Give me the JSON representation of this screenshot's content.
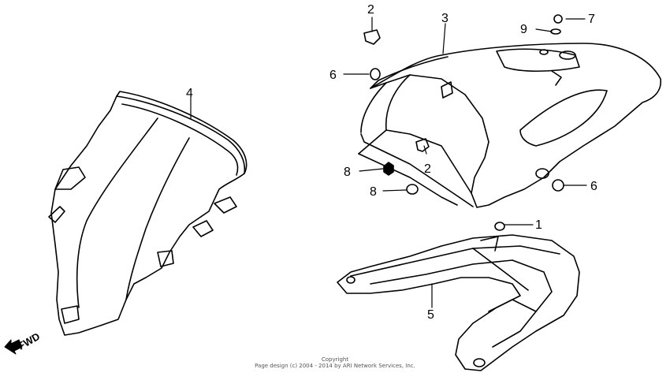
{
  "callouts": {
    "c1": "1",
    "c2a": "2",
    "c2b": "2",
    "c3": "3",
    "c4": "4",
    "c5": "5",
    "c6a": "6",
    "c6b": "6",
    "c7": "7",
    "c8a": "8",
    "c8b": "8",
    "c9": "9"
  },
  "direction_label": "FWD",
  "copyright": {
    "line1": "Copyright",
    "line2": "Page design (c) 2004 - 2014 by ARI Network Services, Inc."
  }
}
